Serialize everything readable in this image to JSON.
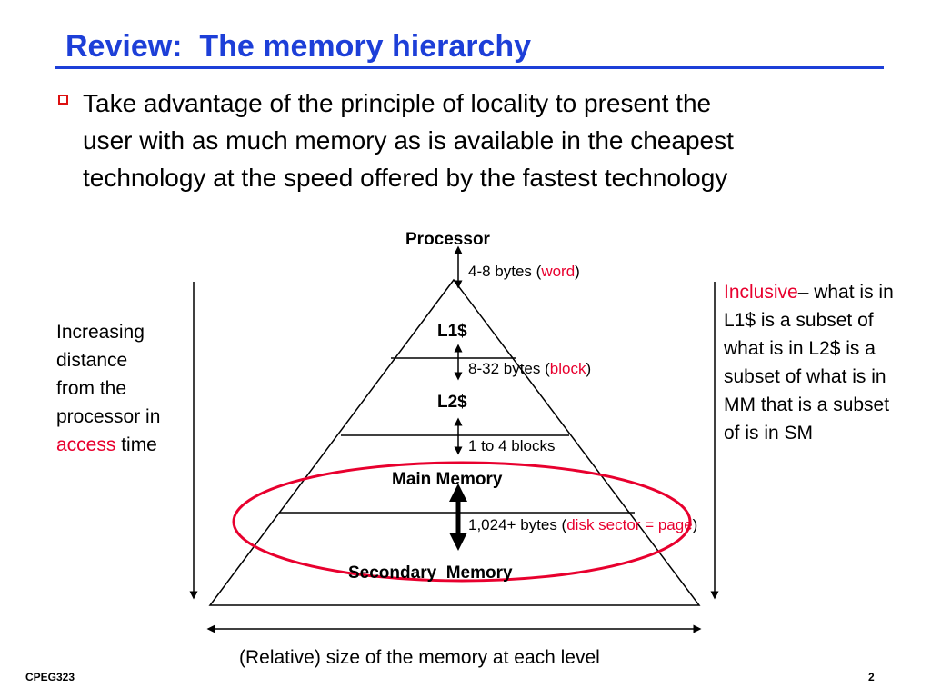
{
  "slide": {
    "title": "Review:  The memory hierarchy",
    "bullet": "Take advantage of the principle of locality to present the\nuser with as much memory as is available in the cheapest\ntechnology at the speed offered by the fastest technology"
  },
  "pyramid": {
    "top_label": "Processor",
    "levels": [
      "L1$",
      "L2$",
      "Main Memory",
      "Secondary  Memory"
    ],
    "transfers": [
      {
        "text": "4-8 bytes (",
        "red": "word",
        "tail": ")"
      },
      {
        "text": "8-32 bytes (",
        "red": "block",
        "tail": ")"
      },
      {
        "text": "1 to 4 blocks",
        "red": "",
        "tail": ""
      },
      {
        "text": "1,024+ bytes (",
        "red": "disk sector = page",
        "tail": ")"
      }
    ]
  },
  "left_note": {
    "line1": "Increasing",
    "line2": "distance",
    "line3": "from the",
    "line4": "processor in",
    "red": "access",
    "tail": " time"
  },
  "right_note": {
    "red": "Inclusive",
    "text": "– what is in L1$ is a subset of what is in L2$  is a subset of what is in MM that is a subset of is in SM"
  },
  "caption": "(Relative) size of the memory at each level",
  "footer": {
    "left": "CPEG323",
    "right": "2"
  },
  "colors": {
    "title": "#1d3fd8",
    "highlight": "#e8002e"
  }
}
